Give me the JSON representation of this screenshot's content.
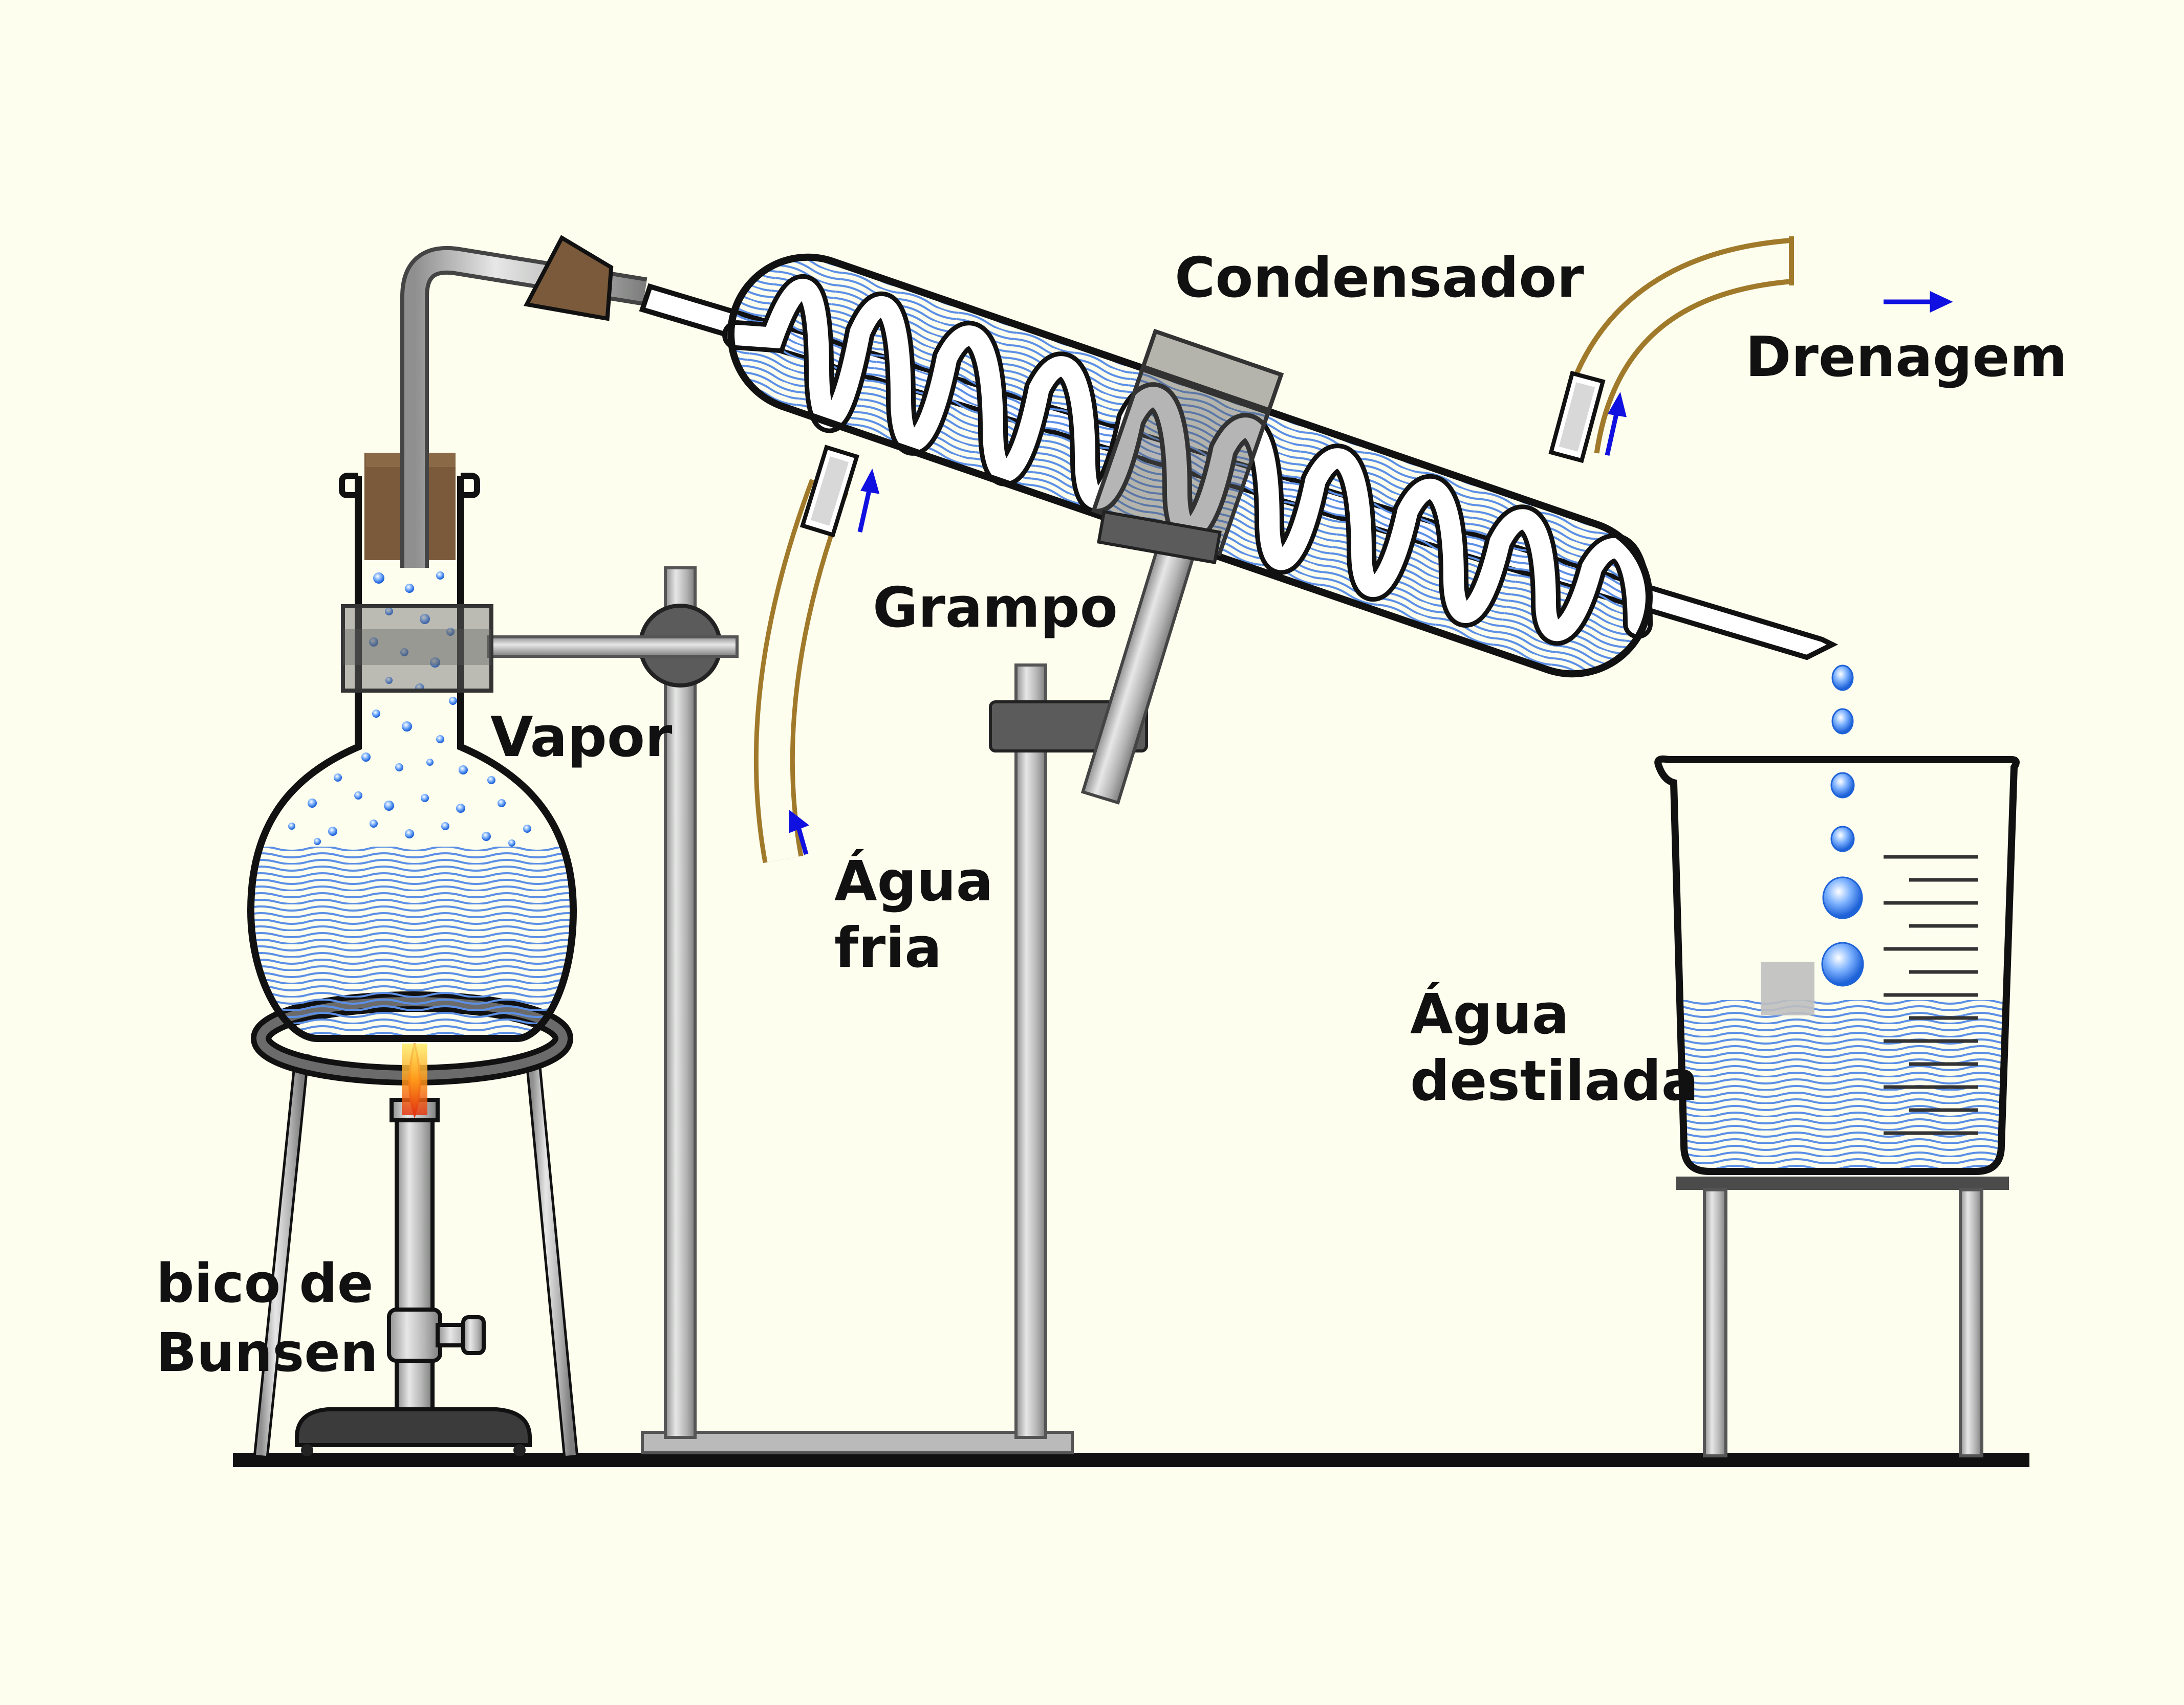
{
  "labels": {
    "condenser": "Condensador",
    "drain": "Drenagem",
    "clamp": "Grampo",
    "vapor": "Vapor",
    "cold_water_line1": "Água",
    "cold_water_line2": "fria",
    "distilled_line1": "Água",
    "distilled_line2": "destilada",
    "burner_line1": "bico de",
    "burner_line2": "Bunsen"
  },
  "colors": {
    "background": "#fdfeee",
    "water": "#5b8fe6",
    "tube": "#a07a2a",
    "cork": "#7a5a3a",
    "flow_arrow": "#1010e0",
    "metal": "#a9aaa9",
    "outline": "#111111"
  }
}
